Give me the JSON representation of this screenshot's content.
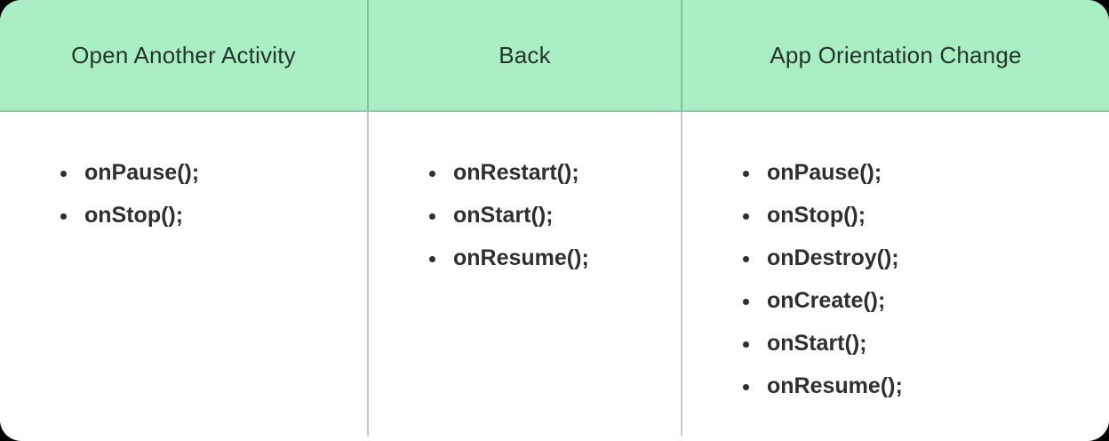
{
  "table": {
    "columns": [
      {
        "header": "Open Another Activity",
        "items": [
          "onPause();",
          "onStop();"
        ]
      },
      {
        "header": "Back",
        "items": [
          "onRestart();",
          "onStart();",
          "onResume();"
        ]
      },
      {
        "header": "App Orientation Change",
        "items": [
          "onPause();",
          "onStop();",
          "onDestroy();",
          "onCreate();",
          "onStart();",
          "onResume();"
        ]
      }
    ]
  },
  "colors": {
    "page_bg": "#000000",
    "card_bg": "#ffffff",
    "header_bg": "#aaeec5",
    "header_divider": "#85bd9e",
    "header_body_divider": "#9cc3ab",
    "body_divider": "#c8c8c8",
    "card_bottom_border": "#cfcfcf",
    "header_text": "#24352b",
    "body_text": "#2f2f2f"
  }
}
